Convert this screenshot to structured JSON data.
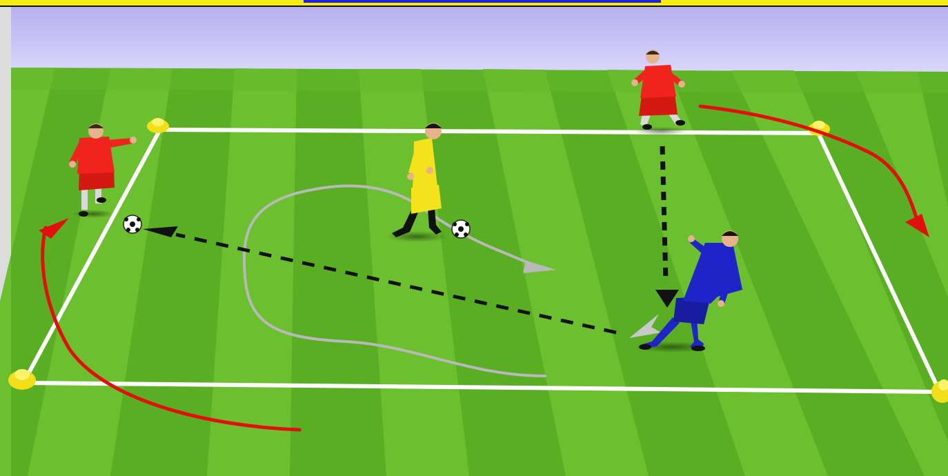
{
  "scene": {
    "colors": {
      "sky_top": "#b7b0ee",
      "sky_bottom": "#d9d6fb",
      "grass_light": "#6cbf2e",
      "grass_dark": "#4f9e1c",
      "line": "#ffffff",
      "cone": "#f2df1a",
      "run_arrow": "#e30f0f",
      "pass_arrow": "#111111",
      "dribble_arrow": "#b9b9b9",
      "team_red": "#f0231d",
      "team_yellow": "#f3e21c",
      "team_blue": "#1f24c8",
      "top_bar": "#f5ec16",
      "top_bar_accent": "#2222dd"
    },
    "players": [
      {
        "id": "red-left",
        "team": "red",
        "role": "server"
      },
      {
        "id": "yellow-center",
        "team": "yellow",
        "role": "dribbler"
      },
      {
        "id": "red-top",
        "team": "red",
        "role": "server"
      },
      {
        "id": "blue-right",
        "team": "blue",
        "role": "defender"
      }
    ],
    "cones": 4,
    "balls": 2,
    "arrows": [
      {
        "type": "run",
        "style": "solid red"
      },
      {
        "type": "run",
        "style": "solid red"
      },
      {
        "type": "pass",
        "style": "dashed black"
      },
      {
        "type": "pass",
        "style": "dashed black"
      },
      {
        "type": "dribble",
        "style": "solid grey"
      }
    ]
  }
}
